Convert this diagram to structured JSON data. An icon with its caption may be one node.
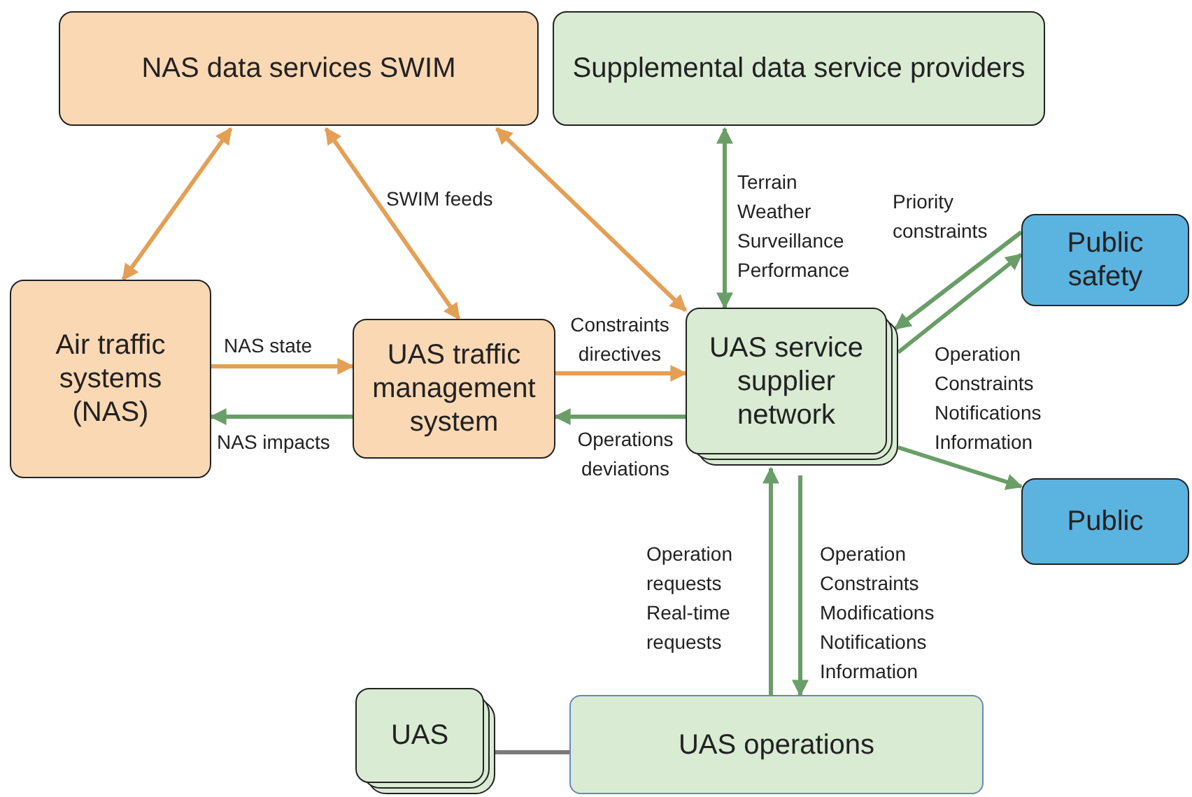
{
  "diagram": {
    "nodes": [
      {
        "text": [
          "NAS data services SWIM"
        ]
      },
      {
        "text": [
          "Supplemental data service providers"
        ]
      },
      {
        "text": [
          "Air traffic systems (NAS)"
        ]
      },
      {
        "text": [
          "UAS traffic management system"
        ]
      },
      {
        "text": [
          "UAS service supplier network"
        ]
      },
      {
        "text": [
          "Public safety"
        ]
      },
      {
        "text": [
          "Public"
        ]
      },
      {
        "text": [
          "UAS"
        ]
      },
      {
        "text": [
          "UAS operations"
        ]
      }
    ],
    "edges": [
      {
        "from": 0,
        "to": 2,
        "arrow": "both",
        "color": "#e49f55"
      },
      {
        "from": 0,
        "to": 3,
        "arrow": "both",
        "label": "SWIM feeds",
        "color": "#e49f55"
      },
      {
        "from": 0,
        "to": 4,
        "arrow": "both",
        "color": "#e49f55"
      },
      {
        "from": 1,
        "to": 4,
        "arrow": "both",
        "label": "Terrain Weather Surveillance Performance"
      },
      {
        "from": 2,
        "to": 3,
        "arrow": "to",
        "label": "NAS state",
        "color": "#e49f55"
      },
      {
        "from": 3,
        "to": 2,
        "arrow": "to",
        "label": "NAS impacts"
      },
      {
        "from": 3,
        "to": 4,
        "arrow": "to",
        "label": "Constraints directives",
        "color": "#e49f55"
      },
      {
        "from": 4,
        "to": 3,
        "arrow": "to",
        "label": "Operations deviations"
      },
      {
        "from": 5,
        "to": 4,
        "arrow": "to",
        "label": "Priority constraints"
      },
      {
        "from": 4,
        "to": 5,
        "arrow": "to"
      },
      {
        "from": 4,
        "to": 6,
        "arrow": "to",
        "label": "Operation Constraints Notifications Information"
      },
      {
        "from": 8,
        "to": 4,
        "arrow": "to",
        "label": "Operation requests Real-time requests"
      },
      {
        "from": 4,
        "to": 8,
        "arrow": "to",
        "label": "Operation Constraints Modifications Notifications Information"
      },
      {
        "from": 7,
        "to": 8,
        "arrow": "none",
        "color": "#7a7a7a"
      }
    ]
  }
}
